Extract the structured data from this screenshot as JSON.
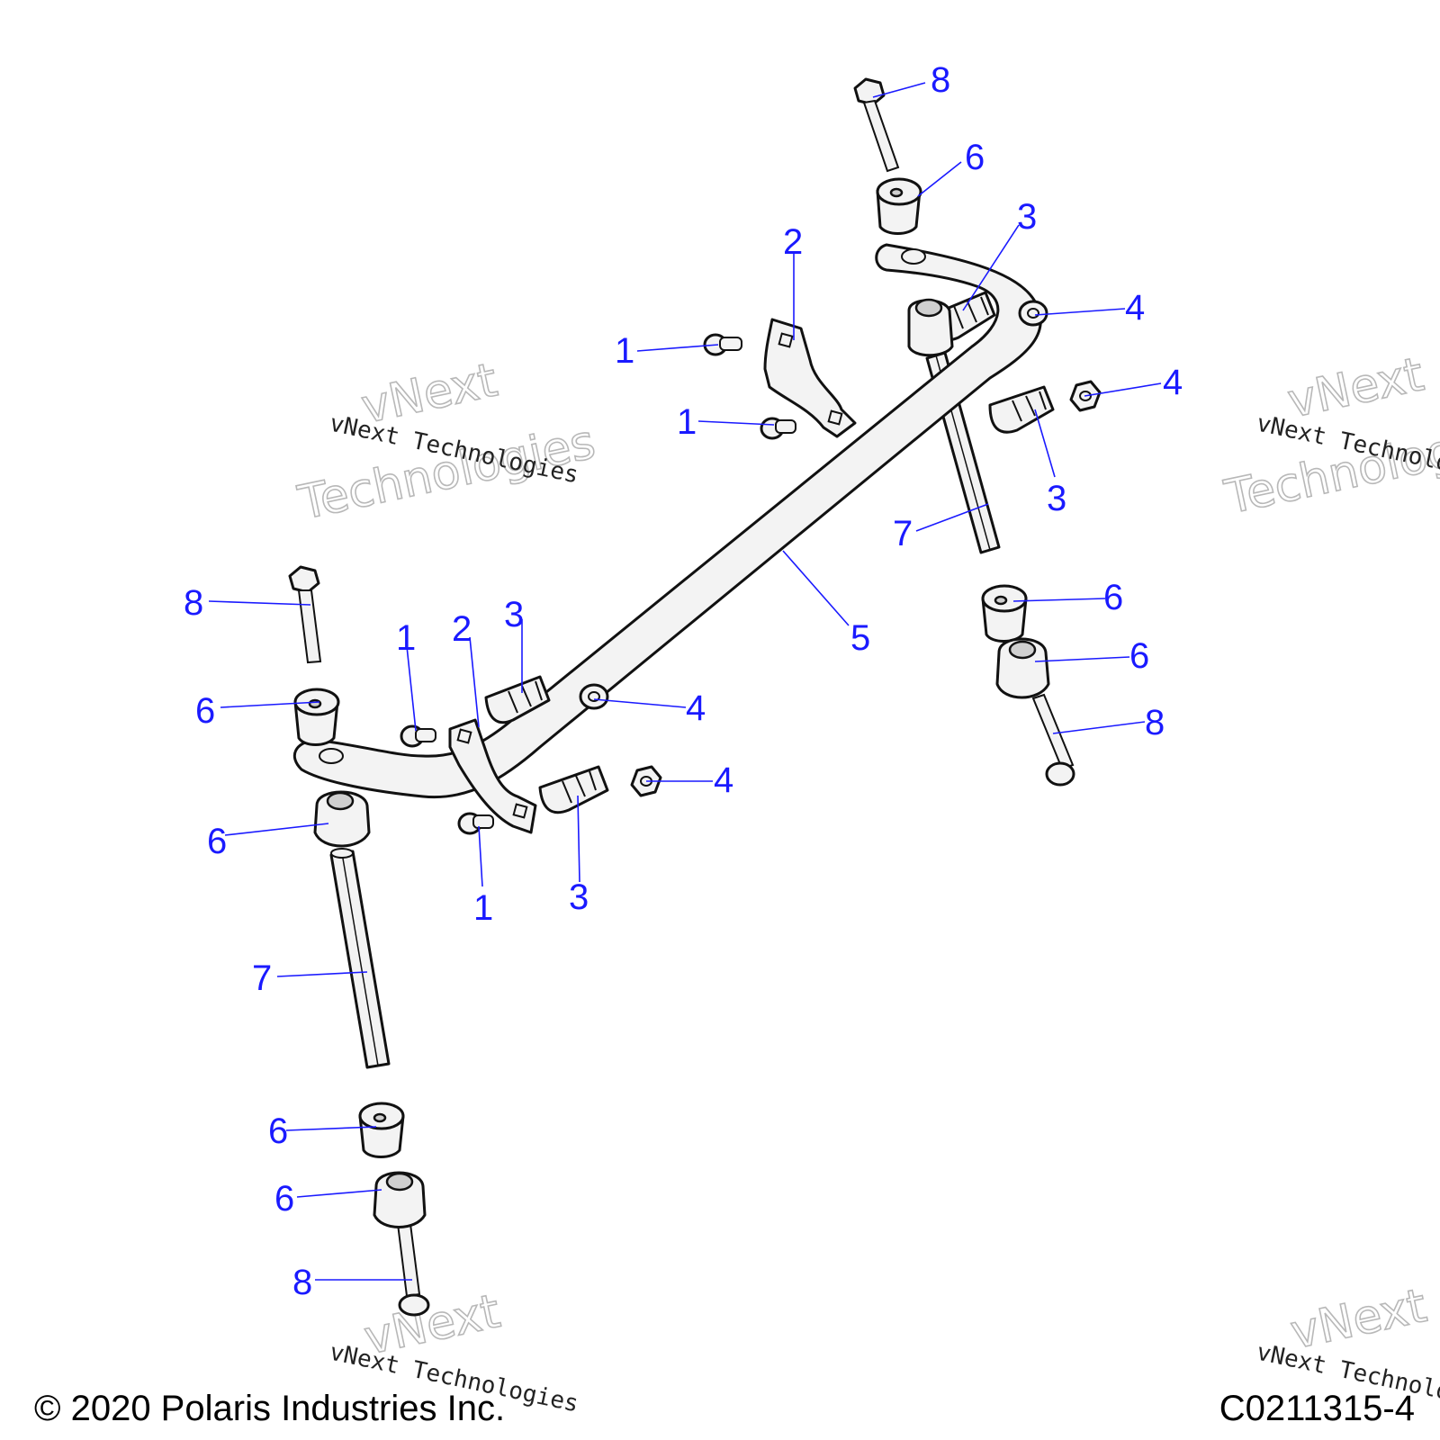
{
  "footer": {
    "copyright": "© 2020 Polaris Industries Inc.",
    "drawing_id": "C0211315-4"
  },
  "watermark": {
    "line1": "vNext",
    "line2": "Technologies",
    "small": "vNext Technologies"
  },
  "callouts": {
    "c1a": "1",
    "c1b": "1",
    "c1c": "1",
    "c1d": "1",
    "c2a": "2",
    "c2b": "2",
    "c3a": "3",
    "c3b": "3",
    "c3c": "3",
    "c3d": "3",
    "c4a": "4",
    "c4b": "4",
    "c4c": "4",
    "c4d": "4",
    "c5": "5",
    "c6a": "6",
    "c6b": "6",
    "c6c": "6",
    "c6d": "6",
    "c6e": "6",
    "c6f": "6",
    "c7a": "7",
    "c7b": "7",
    "c8a": "8",
    "c8b": "8",
    "c8c": "8",
    "c8d": "8"
  },
  "colors": {
    "callout": "#1a1aff",
    "line": "#111111",
    "watermark": "#b8b8b8"
  }
}
